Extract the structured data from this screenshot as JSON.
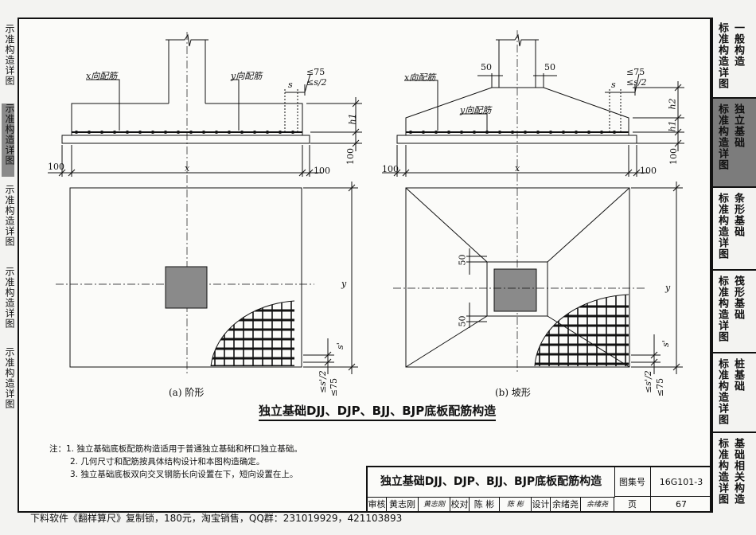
{
  "left_strip": [
    "示准构造详图",
    "示准构造详图",
    "示准构造详图",
    "示准构造详图",
    "示准构造详图"
  ],
  "tabs": [
    {
      "col1": "标准构造详图",
      "col2": "一般构造",
      "active": false
    },
    {
      "col1": "标准构造详图",
      "col2": "独立基础",
      "active": true
    },
    {
      "col1": "标准构造详图",
      "col2": "条形基础",
      "active": false
    },
    {
      "col1": "标准构造详图",
      "col2": "筏形基础",
      "active": false
    },
    {
      "col1": "标准构造详图",
      "col2": "桩基础",
      "active": false
    },
    {
      "col1": "标准构造详图",
      "col2": "基础相关构造",
      "active": false
    }
  ],
  "figure_a": {
    "x_bars": "x向配筋",
    "y_bars": "y向配筋",
    "le75": "≤75",
    "les2": "≤s/2",
    "s": "s",
    "h1": "h1",
    "d100_bottom": "100",
    "d100_left": "100",
    "d100_right": "100",
    "x": "x",
    "y": "y",
    "s_prime": "s'",
    "les2_prime": "≤s'/2",
    "le75_b": "≤75",
    "caption": "(a) 阶形"
  },
  "figure_b": {
    "x_bars": "x向配筋",
    "y_bars": "y向配筋",
    "d50_left": "50",
    "d50_right": "50",
    "le75": "≤75",
    "les2": "≤s/2",
    "s": "s",
    "h1": "h1",
    "h2": "h2",
    "d100_bottom": "100",
    "d100_left": "100",
    "d100_right": "100",
    "x": "x",
    "y": "y",
    "d50_plan_top": "50",
    "d50_plan_bottom": "50",
    "s_prime": "s'",
    "les2_prime": "≤s'/2",
    "le75_b": "≤75",
    "caption": "(b) 坡形"
  },
  "main_caption": "独立基础DJJ、DJP、BJJ、BJP底板配筋构造",
  "notes": [
    "注：1. 独立基础底板配筋构造适用于普通独立基础和杯口独立基础。",
    "2. 几何尺寸和配筋按具体结构设计和本图构造确定。",
    "3. 独立基础底板双向交叉钢筋长向设置在下，短向设置在上。"
  ],
  "title_block": {
    "title": "独立基础DJJ、DJP、BJJ、BJP底板配筋构造",
    "atlas_label": "图集号",
    "atlas_no": "16G101-3",
    "review_label": "审核",
    "reviewer": "黄志刚",
    "review_sign": "黄志刚",
    "check_label": "校对",
    "checker": "陈 彬",
    "check_sign": "陈 彬",
    "design_label": "设计",
    "designer": "余绪尧",
    "design_sign": "余绪尧",
    "page_label": "页",
    "page_no": "67"
  },
  "footer": "下料软件《翻样算尺》复制锁，180元，淘宝销售，QQ群：231019929，421103893"
}
